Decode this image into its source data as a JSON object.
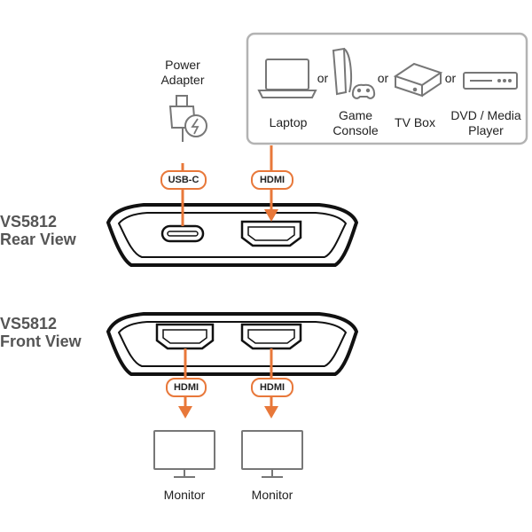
{
  "source_box": {
    "devices": [
      {
        "name": "Laptop",
        "icon": "laptop-icon"
      },
      {
        "name": "Game Console",
        "icon": "game-console-icon"
      },
      {
        "name": "TV Box",
        "icon": "tv-box-icon"
      },
      {
        "name": "DVD / Media Player",
        "icon": "media-player-icon"
      }
    ],
    "or_1": "or",
    "or_2": "or",
    "or_3": "or"
  },
  "power": {
    "label_line1": "Power",
    "label_line2": "Adapter",
    "icon": "power-adapter-icon"
  },
  "rear": {
    "title_line1": "VS5812",
    "title_line2": "Rear View",
    "usbc_tag": "USB-C",
    "hdmi_tag": "HDMI"
  },
  "front": {
    "title_line1": "VS5812",
    "title_line2": "Front View",
    "hdmi_tag_1": "HDMI",
    "hdmi_tag_2": "HDMI"
  },
  "outputs": [
    {
      "label": "Monitor",
      "icon": "monitor-icon"
    },
    {
      "label": "Monitor",
      "icon": "monitor-icon"
    }
  ],
  "colors": {
    "accent": "#E8783A",
    "icon_gray": "#777777",
    "box_border": "#B3B3B3",
    "device_outline": "#111111"
  }
}
